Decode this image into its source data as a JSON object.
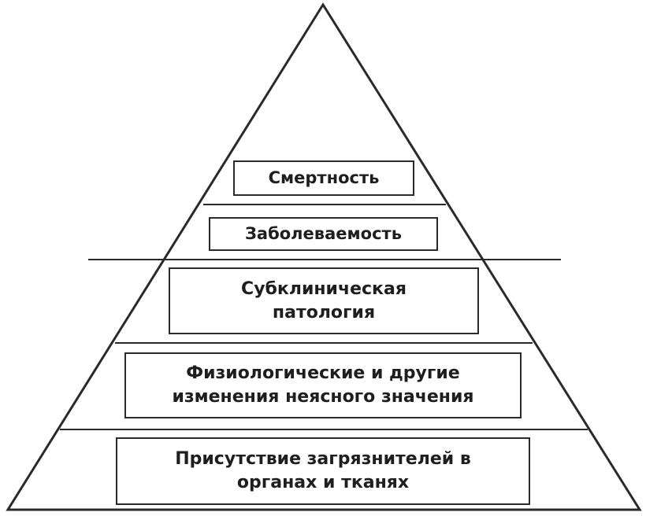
{
  "colors": {
    "stroke": "#2a2a2a",
    "text": "#1e1e1e",
    "background": "#ffffff"
  },
  "tiers": [
    {
      "lines": [
        "Смертность"
      ]
    },
    {
      "lines": [
        "Заболеваемость"
      ]
    },
    {
      "lines": [
        "Субклиническая",
        "патология"
      ]
    },
    {
      "lines": [
        "Физиологические и другие",
        "изменения неясного значения"
      ]
    },
    {
      "lines": [
        "Присутствие загрязнителей в",
        "органах и тканях"
      ]
    }
  ]
}
